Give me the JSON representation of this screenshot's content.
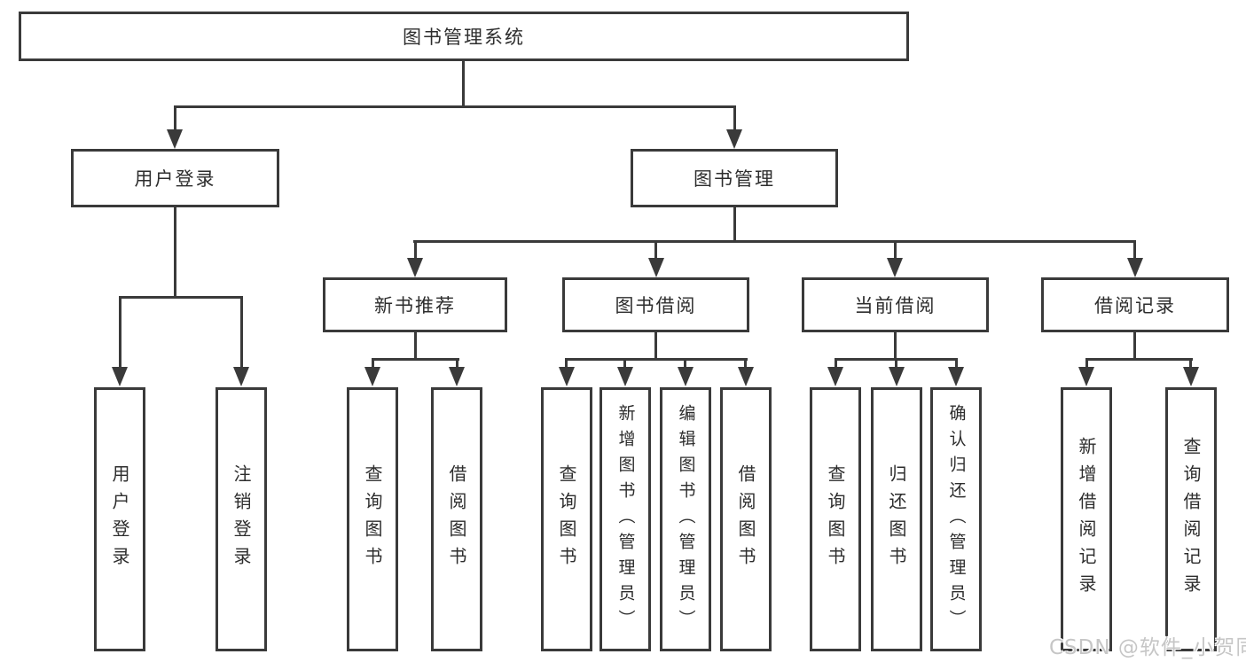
{
  "diagram": {
    "root": {
      "label": "图书管理系统"
    },
    "level1": [
      {
        "label": "用户登录"
      },
      {
        "label": "图书管理"
      }
    ],
    "level2": [
      {
        "label": "新书推荐"
      },
      {
        "label": "图书借阅"
      },
      {
        "label": "当前借阅"
      },
      {
        "label": "借阅记录"
      }
    ],
    "leaves": [
      {
        "label": "用户登录"
      },
      {
        "label": "注销登录"
      },
      {
        "label": "查询图书"
      },
      {
        "label": "借阅图书"
      },
      {
        "label": "查询图书"
      },
      {
        "label": "新增图书（管理员）"
      },
      {
        "label": "编辑图书（管理员）"
      },
      {
        "label": "借阅图书"
      },
      {
        "label": "查询图书"
      },
      {
        "label": "归还图书"
      },
      {
        "label": "确认归还（管理员）"
      },
      {
        "label": "新增借阅记录"
      },
      {
        "label": "查询借阅记录"
      }
    ],
    "colors": {
      "line": "#3a3a3a",
      "border": "#3a3a3a",
      "text": "#2d2d2d",
      "background": "#ffffff",
      "watermark": "#c6c6c6"
    }
  },
  "watermark": {
    "text": "CSDN @软件_小贺同学"
  }
}
